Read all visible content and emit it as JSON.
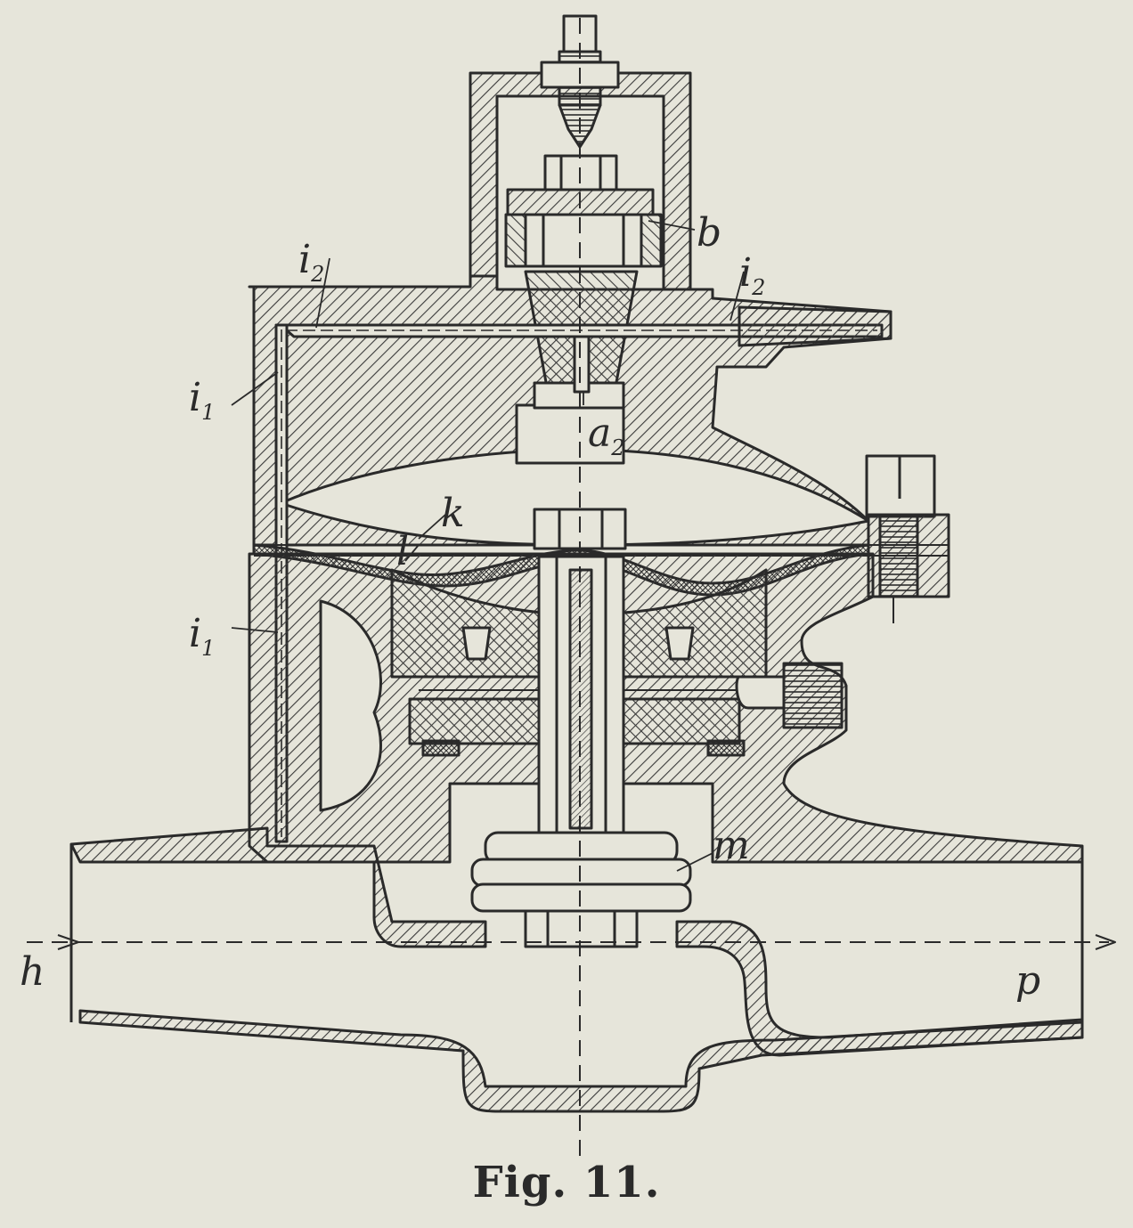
{
  "figure": {
    "caption": "Fig. 11.",
    "labels": {
      "i1_upper": "i",
      "i1_upper_sub": "1",
      "i1_lower": "i",
      "i1_lower_sub": "1",
      "i2_left": "i",
      "i2_left_sub": "2",
      "i2_right": "i",
      "i2_right_sub": "2",
      "b": "b",
      "a2": "a",
      "a2_sub": "2",
      "k": "k",
      "l": "l",
      "m": "m",
      "h": "h",
      "p": "p"
    }
  },
  "colors": {
    "paper": "#e6e5da",
    "ink": "#2a2a2a",
    "hatch": "#3a3a3a",
    "show_through": "#bcbcb0"
  }
}
